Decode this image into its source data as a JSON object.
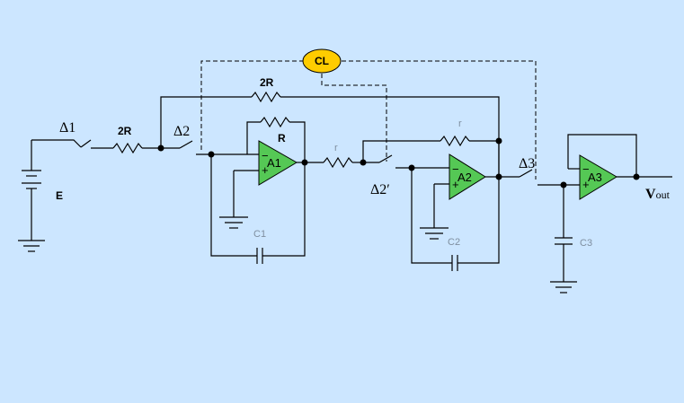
{
  "controller": {
    "label": "CL",
    "fill": "#ffcc00"
  },
  "switches": {
    "d1": "Δ1",
    "d2": "Δ2",
    "d2p": "Δ2′",
    "d3": "Δ3"
  },
  "resistors": {
    "r_input": "2R",
    "r_top": "2R",
    "r_fb1": "R",
    "r_series": "r",
    "r_fb2": "r"
  },
  "source": {
    "label": "E"
  },
  "opamps": {
    "a1": "A1",
    "a2": "A2",
    "a3": "A3",
    "fill": "#55c855"
  },
  "capacitors": {
    "c1": "C1",
    "c2": "C2",
    "c3": "C3"
  },
  "output": {
    "v": "V",
    "sub": "out"
  },
  "colors": {
    "background": "#cce6ff",
    "cap_label": "#7f8fa0"
  }
}
